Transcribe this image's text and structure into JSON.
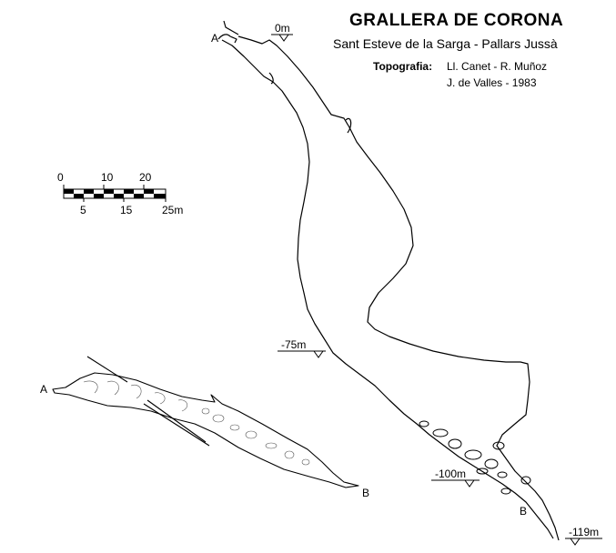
{
  "header": {
    "title": "GRALLERA DE CORONA",
    "subtitle": "Sant Esteve de la Sarga - Pallars Jussà",
    "topografia_label": "Topografia:",
    "authors_line1": "Ll. Canet -   R. Muñoz",
    "authors_line2": "J. de Valles -    1983"
  },
  "scale": {
    "top_labels": [
      "0",
      "10",
      "20"
    ],
    "bottom_labels": [
      "5",
      "15",
      "25m"
    ]
  },
  "depths": {
    "d0": "0m",
    "d75": "-75m",
    "d100": "-100m",
    "d119": "-119m"
  },
  "points": {
    "a_section": "A",
    "b_section": "B",
    "a_plan": "A",
    "b_plan": "B"
  }
}
